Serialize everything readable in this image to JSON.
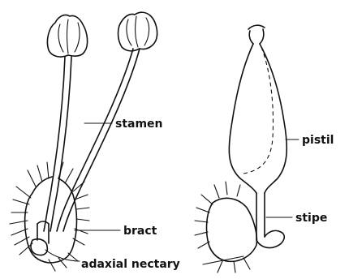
{
  "labels": {
    "stamen": "stamen",
    "pistil": "pistil",
    "bract": "bract",
    "stipe": "stipe",
    "adaxial_nectary": "adaxial nectary"
  }
}
